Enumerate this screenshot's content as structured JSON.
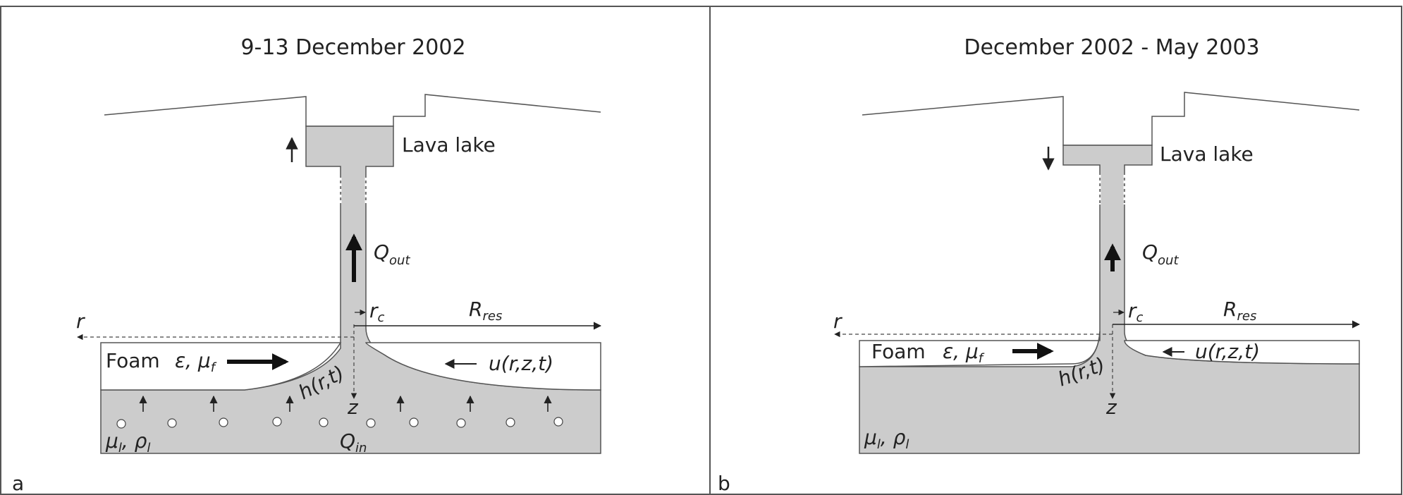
{
  "panels": [
    {
      "letter": "a",
      "title": "9-13 December 2002",
      "lava_lake": "Lava lake",
      "q_out": "Q",
      "q_out_sub": "out",
      "r_axis": "r",
      "r_c": "r",
      "r_c_sub": "c",
      "r_res": "R",
      "r_res_sub": "res",
      "foam": "Foam",
      "eps": "ε, μ",
      "eps_sub": "f",
      "u": "u(r,z,t)",
      "h": "h(r,t)",
      "z": "z",
      "mu": "μ",
      "mu_sub": "l",
      "rho": ", ρ",
      "rho_sub": "l",
      "q_in": "Q",
      "q_in_sub": "in",
      "lake_motion": "rising"
    },
    {
      "letter": "b",
      "title": "December 2002 - May 2003",
      "lava_lake": "Lava lake",
      "q_out": "Q",
      "q_out_sub": "out",
      "r_axis": "r",
      "r_c": "r",
      "r_c_sub": "c",
      "r_res": "R",
      "r_res_sub": "res",
      "foam": "Foam",
      "eps": "ε, μ",
      "eps_sub": "f",
      "u": "u(r,z,t)",
      "h": "h(r,t)",
      "z": "z",
      "mu": "μ",
      "mu_sub": "l",
      "rho": ", ρ",
      "rho_sub": "l",
      "lake_motion": "falling"
    }
  ],
  "colors": {
    "magma": "#cccccc",
    "line": "#444444",
    "text": "#222222"
  }
}
